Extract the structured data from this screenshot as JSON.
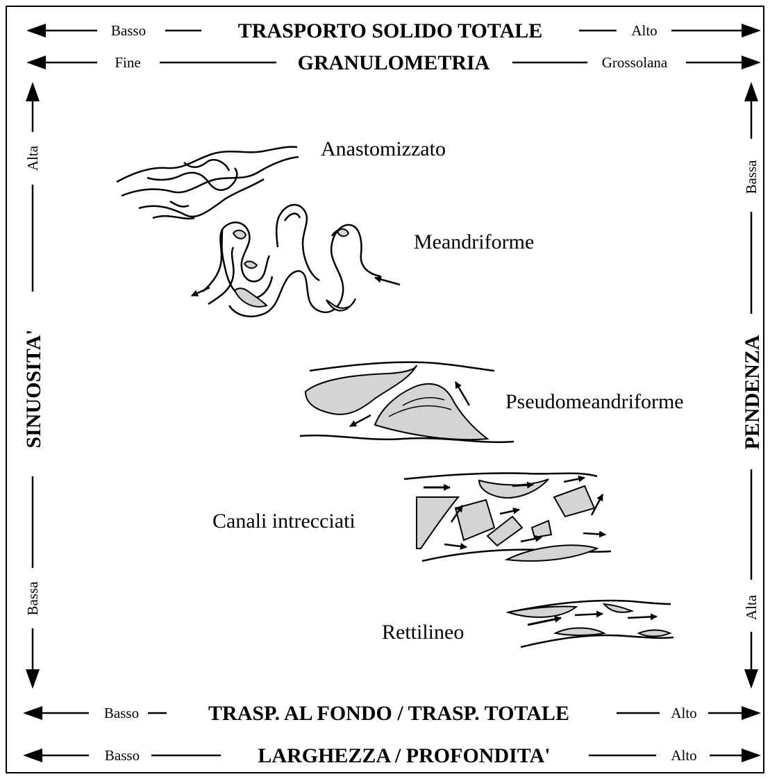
{
  "top_axes": [
    {
      "low": "Basso",
      "title": "TRASPORTO SOLIDO TOTALE",
      "high": "Alto"
    },
    {
      "low": "Fine",
      "title": "GRANULOMETRIA",
      "high": "Grossolana"
    }
  ],
  "bottom_axes": [
    {
      "low": "Basso",
      "title": "TRASP. AL FONDO / TRASP. TOTALE",
      "high": "Alto"
    },
    {
      "low": "Basso",
      "title": "LARGHEZZA / PROFONDITA'",
      "high": "Alto"
    }
  ],
  "left_axis": {
    "top": "Alta",
    "title": "SINUOSITA'",
    "bottom": "Bassa"
  },
  "right_axis": {
    "top": "Bassa",
    "title": "PENDENZA",
    "bottom": "Alta"
  },
  "channel_types": {
    "anastomizzato": "Anastomizzato",
    "meandriforme": "Meandriforme",
    "pseudomeandriforme": "Pseudomeandriforme",
    "canali_intrecciati": "Canali intrecciati",
    "rettilineo": "Rettilineo"
  }
}
